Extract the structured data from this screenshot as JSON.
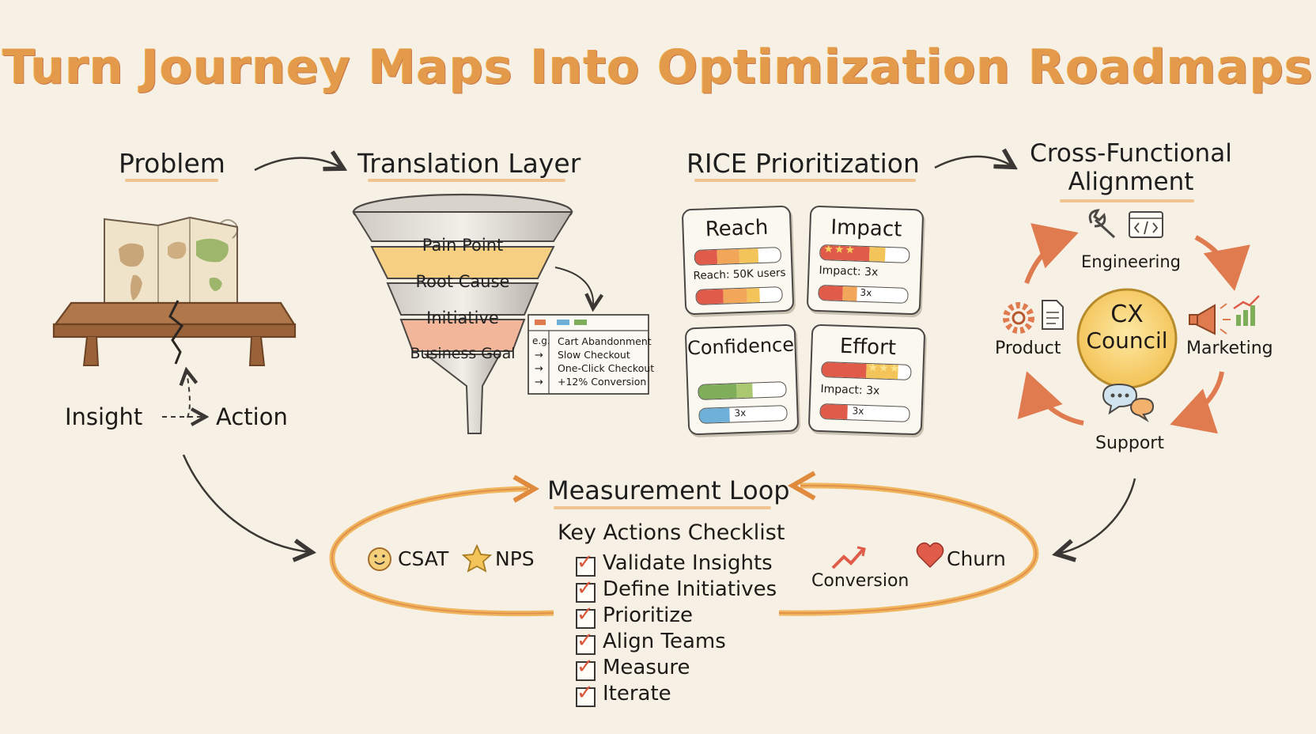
{
  "title": "Turn Journey Maps Into Optimization Roadmaps",
  "problem": {
    "heading": "Problem",
    "insight": "Insight",
    "action": "Action"
  },
  "translation": {
    "heading": "Translation Layer",
    "layers": [
      "Pain Point",
      "Root Cause",
      "Initiative",
      "Business Goal"
    ],
    "example": {
      "prefix": "e.g.",
      "arrow": "→",
      "lines": [
        "Cart Abandonment",
        "Slow Checkout",
        "One-Click Checkout",
        "+12% Conversion"
      ]
    }
  },
  "rice": {
    "heading": "RICE Prioritization",
    "reach": {
      "title": "Reach",
      "note": "Reach: 50K users"
    },
    "impact": {
      "title": "Impact",
      "note": "Impact: 3x",
      "bar_label": "3x"
    },
    "confidence": {
      "title": "Confidence",
      "bar_label": "3x"
    },
    "effort": {
      "title": "Effort",
      "note": "Impact: 3x",
      "bar_label": "3x"
    }
  },
  "alignment": {
    "heading_line1": "Cross-Functional",
    "heading_line2": "Alignment",
    "center_line1": "CX",
    "center_line2": "Council",
    "teams": {
      "engineering": "Engineering",
      "product": "Product",
      "marketing": "Marketing",
      "support": "Support"
    }
  },
  "measurement": {
    "heading": "Measurement Loop",
    "metrics": {
      "csat": "CSAT",
      "nps": "NPS",
      "conversion": "Conversion",
      "churn": "Churn"
    },
    "checklist_title": "Key Actions Checklist",
    "checklist": [
      "Validate Insights",
      "Define Initiatives",
      "Prioritize",
      "Align Teams",
      "Measure",
      "Iterate"
    ]
  },
  "colors": {
    "background": "#f6f1e4",
    "title": "#e39a4a",
    "accent_orange": "#e07a4f",
    "accent_yellow": "#f2c45a",
    "accent_green": "#7fae5a",
    "accent_red": "#e05b4a",
    "accent_blue": "#6fb0d8"
  }
}
